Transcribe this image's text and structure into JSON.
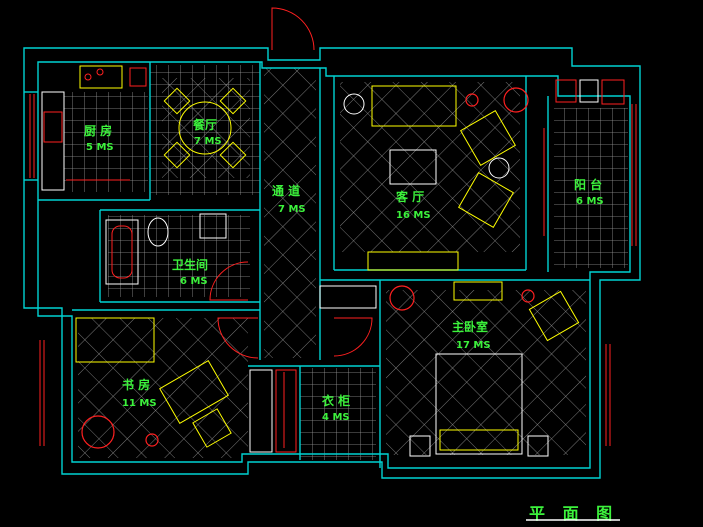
{
  "plan_title": "平 面 图",
  "colors": {
    "wall": "#00d2d2",
    "furniture": "#ffff00",
    "accent": "#ff2020",
    "hatch": "#c8c8c8",
    "text": "#3cf23c",
    "background": "#000000"
  },
  "rooms": {
    "kitchen": {
      "name": "厨 房",
      "area": "5 MS"
    },
    "dining": {
      "name": "餐厅",
      "area": "7 MS"
    },
    "corridor": {
      "name": "通 道",
      "area": "7 MS"
    },
    "living": {
      "name": "客 厅",
      "area": "16 MS"
    },
    "balcony": {
      "name": "阳 台",
      "area": "6 MS"
    },
    "bathroom": {
      "name": "卫生间",
      "area": "6 MS"
    },
    "master": {
      "name": "主卧室",
      "area": "17 MS"
    },
    "study": {
      "name": "书 房",
      "area": "11 MS"
    },
    "wardrobe": {
      "name": "衣 柜",
      "area": "4 MS"
    }
  }
}
